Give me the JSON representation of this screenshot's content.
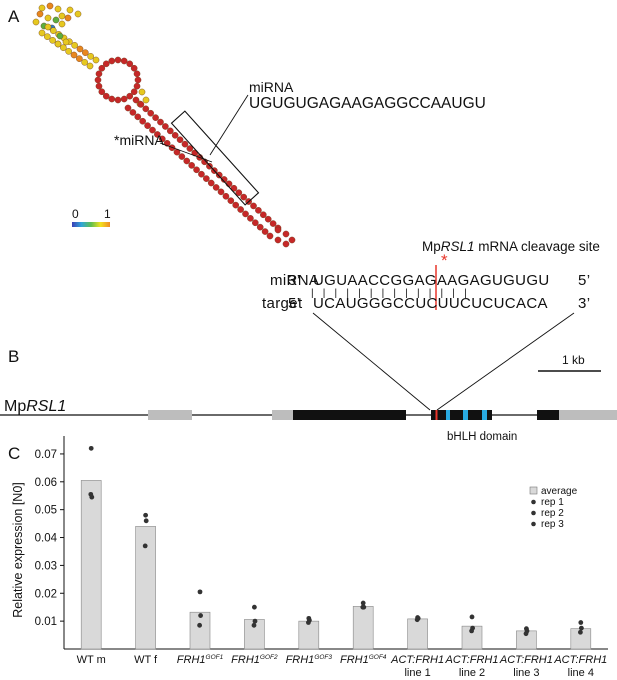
{
  "panel_a": {
    "label": "A",
    "mirna_label": "miRNA",
    "mirna_sequence": "UGUGUGAGAAGAGGCCAAUGU",
    "star_mirna_label": "*miRNA",
    "scale_min": "0",
    "scale_max": "1",
    "cleavage_prefix": "Mp",
    "cleavage_gene": "RSL1",
    "cleavage_suffix": " mRNA cleavage site",
    "cleavage_marker": "*",
    "mirna_row": {
      "name": "miRNA",
      "left_end": "3’",
      "sequence": "UGUAACCGGAGAAGAGUGUGU",
      "right_end": "5’"
    },
    "target_row": {
      "name": "target",
      "left_end": "5’",
      "sequence": "UCAUGGGCCUCUUCUCUCACA",
      "right_end": "3’"
    },
    "pairing_marks": "| | | | | | | | | | | | | |"
  },
  "panel_b": {
    "label": "B",
    "scale_label": "1 kb",
    "gene_prefix": "Mp",
    "gene_name": "RSL1",
    "domain_label": "bHLH domain"
  },
  "panel_c": {
    "label": "C",
    "legend": [
      "average",
      "rep 1",
      "rep 2",
      "rep 3"
    ]
  },
  "colors": {
    "bar_fill": "#d9d9d9",
    "exon": "#111111",
    "utr": "#bdbdbd",
    "bhlh": "#29aae1",
    "cleavage": "#e8352a"
  },
  "chart_data": {
    "type": "bar",
    "ylabel": "Relative expression [N0]",
    "xlabel": "",
    "ylim": [
      0,
      0.075
    ],
    "yticks": [
      "0.01",
      "0.02",
      "0.03",
      "0.04",
      "0.05",
      "0.06",
      "0.07"
    ],
    "categories": [
      {
        "main": "WT m",
        "sup": "",
        "line2": "",
        "italic": false
      },
      {
        "main": "WT f",
        "sup": "",
        "line2": "",
        "italic": false
      },
      {
        "main": "FRH1",
        "sup": "GOF1",
        "line2": "",
        "italic": true
      },
      {
        "main": "FRH1",
        "sup": "GOF2",
        "line2": "",
        "italic": true
      },
      {
        "main": "FRH1",
        "sup": "GOF3",
        "line2": "",
        "italic": true
      },
      {
        "main": "FRH1",
        "sup": "GOF4",
        "line2": "",
        "italic": true
      },
      {
        "main": "ACT:FRH1",
        "sup": "",
        "line2": "line 1",
        "italic": true
      },
      {
        "main": "ACT:FRH1",
        "sup": "",
        "line2": "line 2",
        "italic": true
      },
      {
        "main": "ACT:FRH1",
        "sup": "",
        "line2": "line 3",
        "italic": true
      },
      {
        "main": "ACT:FRH1",
        "sup": "",
        "line2": "line 4",
        "italic": true
      }
    ],
    "series": [
      {
        "name": "average",
        "values": [
          0.0605,
          0.044,
          0.0132,
          0.0106,
          0.01,
          0.0153,
          0.0108,
          0.0082,
          0.0065,
          0.0073
        ]
      },
      {
        "name": "rep 1",
        "values": [
          0.072,
          0.048,
          0.0205,
          0.015,
          0.011,
          0.0165,
          0.0113,
          0.0115,
          0.0073,
          0.0095
        ]
      },
      {
        "name": "rep 2",
        "values": [
          0.0545,
          0.046,
          0.012,
          0.01,
          0.0103,
          0.015,
          0.011,
          0.0075,
          0.0065,
          0.0075
        ]
      },
      {
        "name": "rep 3",
        "values": [
          0.0555,
          0.037,
          0.0085,
          0.0085,
          0.0095,
          0.015,
          0.0105,
          0.0065,
          0.0055,
          0.006
        ]
      }
    ]
  }
}
